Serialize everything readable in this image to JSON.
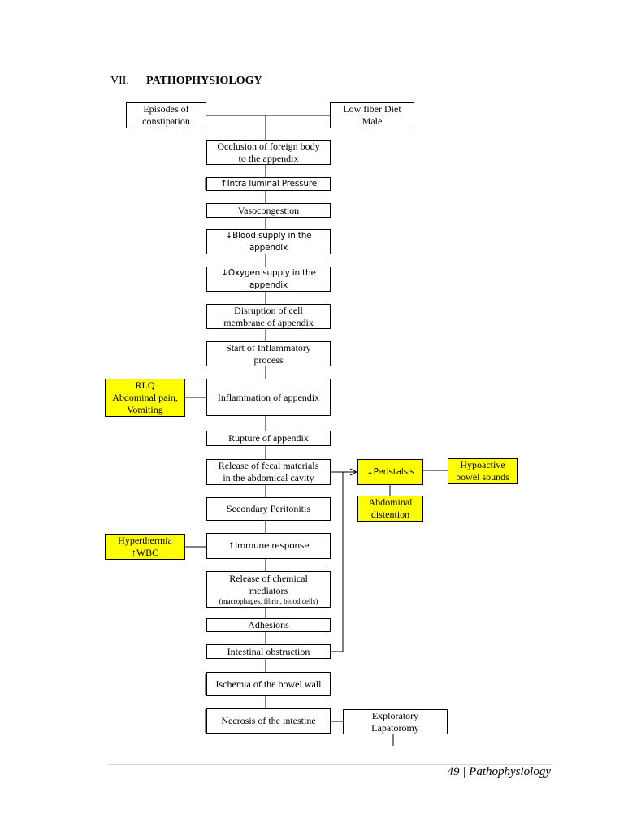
{
  "section": {
    "number": "VII.",
    "title": "PATHOPHYSIOLOGY"
  },
  "boxes": {
    "constipation": [
      "Episodes of",
      "constipation"
    ],
    "low_fiber": [
      "Low fiber Diet",
      "Male"
    ],
    "occlusion": [
      "Occlusion of foreign body",
      "to the appendix"
    ],
    "intraluminal": [
      "↑Intra luminal Pressure"
    ],
    "vasocongestion": [
      "Vasocongestion"
    ],
    "blood_supply": [
      "↓Blood supply in the",
      "appendix"
    ],
    "oxygen_supply": [
      "↓Oxygen supply in the",
      "appendix"
    ],
    "disruption": [
      "Disruption of cell",
      "membrane of appendix"
    ],
    "start_inflammatory": [
      "Start of Inflammatory",
      "process"
    ],
    "inflammation": [
      "Inflammation of appendix"
    ],
    "rlq": [
      "RLQ",
      "Abdominal pain,",
      "Vomiting"
    ],
    "rupture": [
      "Rupture of appendix"
    ],
    "release_fecal": [
      "Release of fecal materials",
      "in the abdomical cavity"
    ],
    "peristalsis": [
      "↓Peristalsis"
    ],
    "hypoactive": [
      "Hypoactive",
      "bowel sounds"
    ],
    "abdominal_distention": [
      "Abdominal",
      "distention"
    ],
    "secondary_peritonitis": [
      "Secondary Peritonitis"
    ],
    "hyperthermia": [
      "Hyperthermia",
      "↑WBC"
    ],
    "immune_response": [
      "↑Immune response"
    ],
    "chemical_mediators": [
      "Release of chemical",
      "mediators"
    ],
    "chemical_mediators_note": "(macrophages, fibrin, blood cells)",
    "adhesions": [
      "Adhesions"
    ],
    "intestinal_obstruction": [
      "Intestinal obstruction"
    ],
    "ischemia": [
      "Ischemia of the bowel wall"
    ],
    "necrosis": [
      "Necrosis of the intestine"
    ],
    "exploratory": [
      "Exploratory",
      "Lapatoromy"
    ]
  },
  "footer": {
    "page": "49",
    "separator": " | ",
    "label": "Pathophysiology"
  }
}
